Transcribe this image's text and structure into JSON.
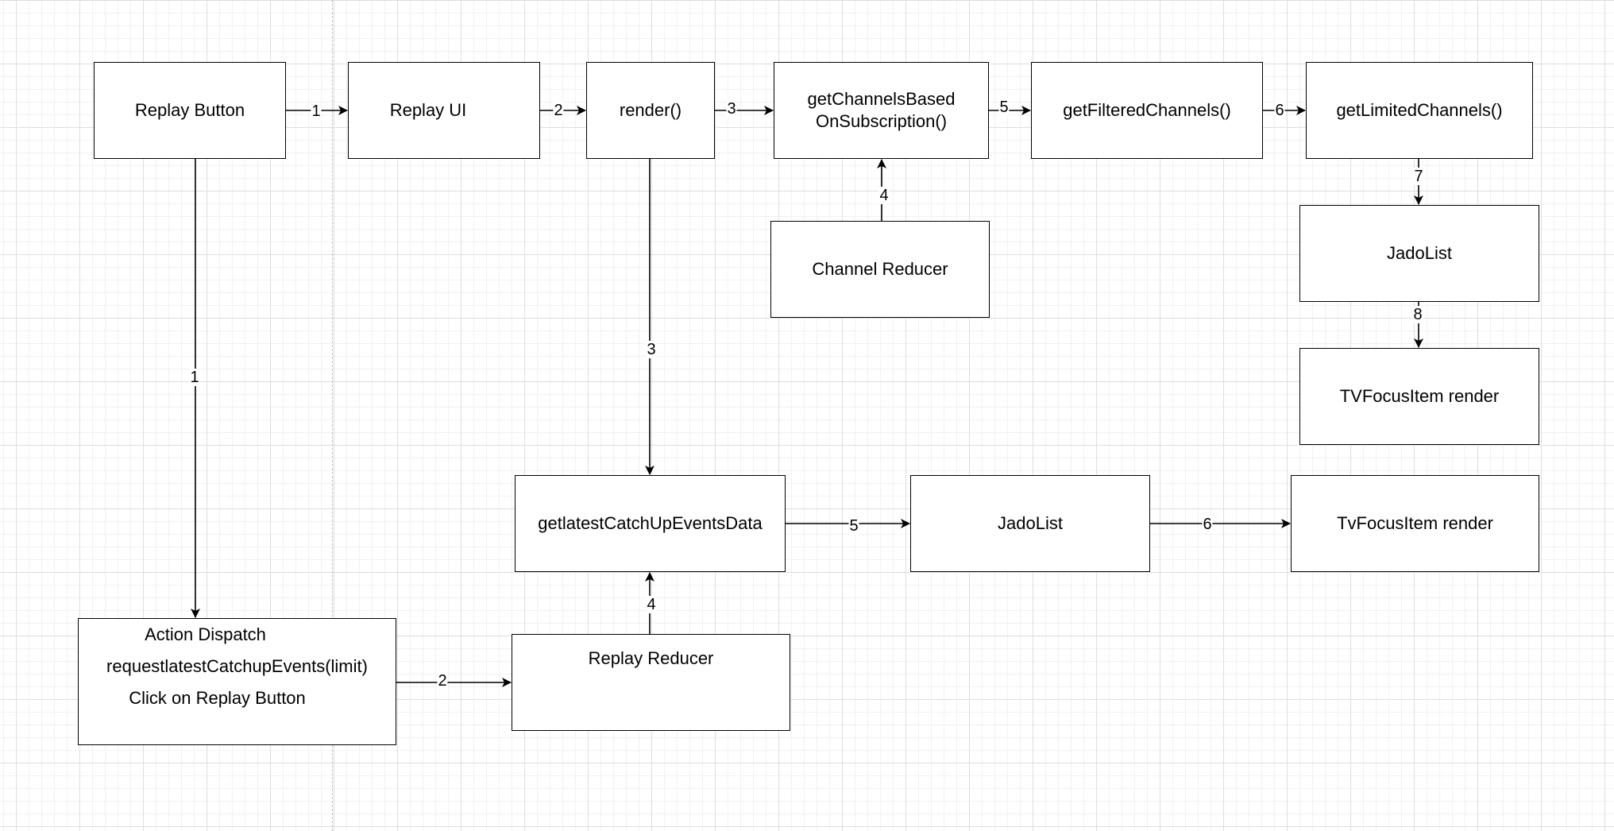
{
  "diagram": {
    "nodes": {
      "replay_button": "Replay Button",
      "replay_ui": "Replay UI",
      "render": "render()",
      "get_channels_based": "getChannelsBased\nOnSubscription()",
      "get_filtered_channels": "getFilteredChannels()",
      "get_limited_channels": "getLimitedChannels()",
      "channel_reducer": "Channel Reducer",
      "jado_list_top": "JadoList",
      "tv_focus_item_top": "TVFocusItem render",
      "get_latest_catchup": "getlatestCatchUpEventsData",
      "jado_list_bottom": "JadoList",
      "tv_focus_item_bottom": "TvFocusItem render",
      "replay_reducer": "Replay Reducer",
      "action_dispatch": [
        "Action Dispatch",
        "requestlatestCatchupEvents(limit)",
        "Click on Replay Button"
      ]
    },
    "edges": [
      {
        "from": "replay_button",
        "to": "replay_ui",
        "label": "1"
      },
      {
        "from": "replay_ui",
        "to": "render",
        "label": "2"
      },
      {
        "from": "render",
        "to": "get_channels_based",
        "label": "3"
      },
      {
        "from": "channel_reducer",
        "to": "get_channels_based",
        "label": "4"
      },
      {
        "from": "get_channels_based",
        "to": "get_filtered_channels",
        "label": "5"
      },
      {
        "from": "get_filtered_channels",
        "to": "get_limited_channels",
        "label": "6"
      },
      {
        "from": "get_limited_channels",
        "to": "jado_list_top",
        "label": "7"
      },
      {
        "from": "jado_list_top",
        "to": "tv_focus_item_top",
        "label": "8"
      },
      {
        "from": "replay_button",
        "to": "action_dispatch",
        "label": "1"
      },
      {
        "from": "render",
        "to": "get_latest_catchup",
        "label": "3"
      },
      {
        "from": "action_dispatch",
        "to": "replay_reducer",
        "label": "2"
      },
      {
        "from": "replay_reducer",
        "to": "get_latest_catchup",
        "label": "4"
      },
      {
        "from": "get_latest_catchup",
        "to": "jado_list_bottom",
        "label": "5"
      },
      {
        "from": "jado_list_bottom",
        "to": "tv_focus_item_bottom",
        "label": "6"
      }
    ]
  }
}
